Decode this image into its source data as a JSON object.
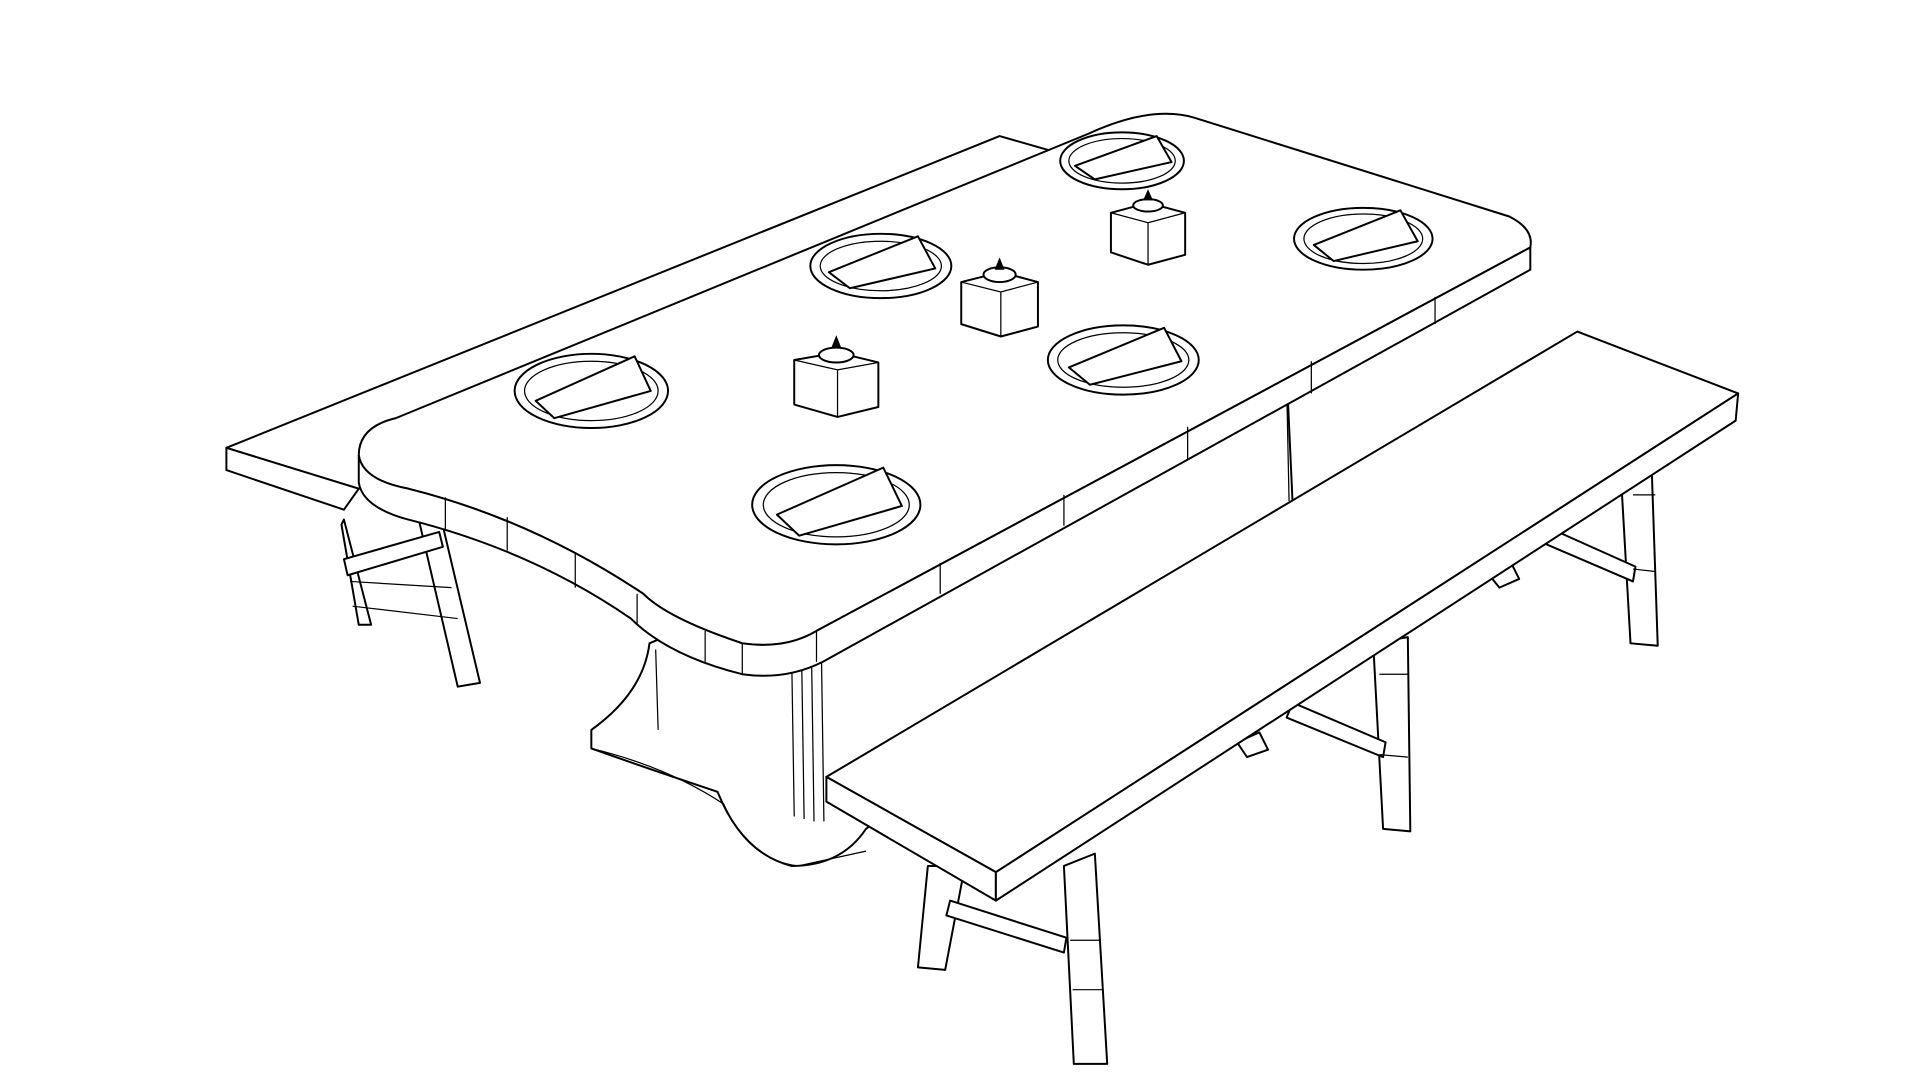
{
  "drawing": {
    "background": "#ffffff",
    "line_color": "#000000",
    "subject": "table-with-two-benches",
    "plates": 6,
    "candle_boxes": 3
  }
}
